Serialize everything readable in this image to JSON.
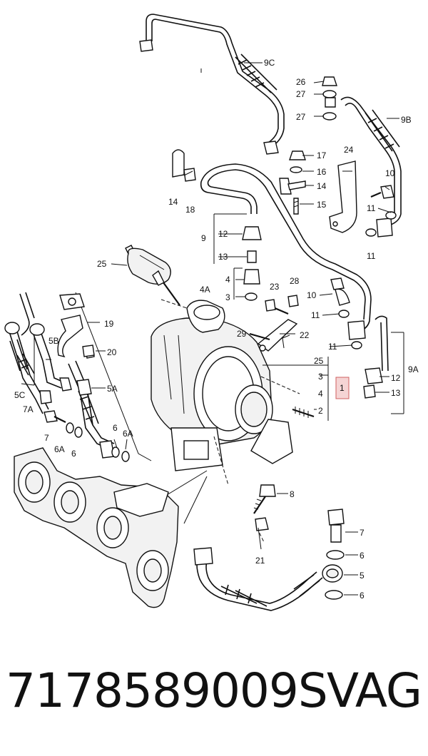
{
  "diagram": {
    "callouts": [
      "9C",
      "26",
      "27",
      "27",
      "9B",
      "24",
      "17",
      "16",
      "14",
      "15",
      "14",
      "18",
      "10",
      "11",
      "11",
      "9",
      "12",
      "13",
      "25",
      "4A",
      "4",
      "3",
      "28",
      "23",
      "19",
      "10",
      "11",
      "22",
      "29",
      "11",
      "5B",
      "5A",
      "20",
      "5C",
      "7A",
      "7",
      "6A",
      "6",
      "6",
      "6A",
      "25",
      "3",
      "4",
      "1",
      "2",
      "12",
      "13",
      "9A",
      "8",
      "7",
      "6",
      "5",
      "6",
      "21"
    ],
    "highlighted_callout": "1",
    "highlight_color": "#e8a0a0"
  },
  "caption": {
    "part_number": "7178589009S",
    "brand": "VAG"
  }
}
